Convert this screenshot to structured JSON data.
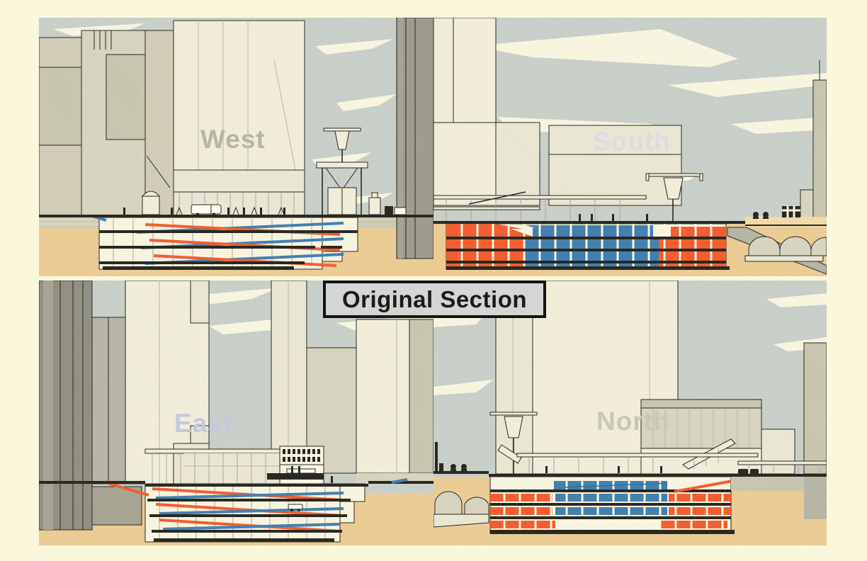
{
  "title_box": {
    "label": "Original Section"
  },
  "views": {
    "west": {
      "label": "West",
      "position": "top-left",
      "label_color": "#b6b3a5"
    },
    "south": {
      "label": "South",
      "position": "top-right",
      "label_color": "#dadbe6"
    },
    "east": {
      "label": "East",
      "position": "bottom-left",
      "label_color": "#c3c7db"
    },
    "north": {
      "label": "North",
      "position": "bottom-right",
      "label_color": "#c8c5b8"
    }
  },
  "scene": {
    "type": "architectural-section-elevations",
    "subject": "underground parking garage beneath city street, four directional section views",
    "ramp_colors": {
      "down_ramp": "#f2592b",
      "up_ramp": "#3d7cae"
    }
  },
  "palette": {
    "page_background": "#faf7db",
    "sky": "#c7cdc7",
    "cloud": "#f7f4de",
    "earth": "#eaca92",
    "building_light": "#f0ecd8",
    "building_mid": "#d6d2bd",
    "building_dark": "#8f8d7e",
    "outline": "#23231c",
    "accent_orange": "#f2592b",
    "accent_blue": "#3d7cae",
    "title_box_bg": "#d2d5d1"
  }
}
